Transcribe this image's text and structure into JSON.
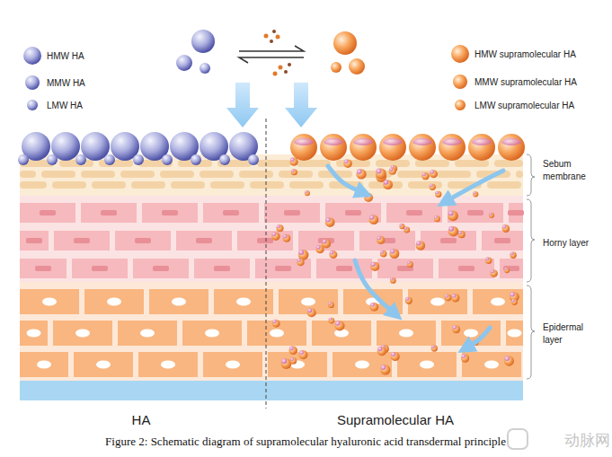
{
  "diagram": {
    "caption": "Figure 2: Schematic diagram of supramolecular hyaluronic acid transdermal principle",
    "labels": [
      "Sebum membrane",
      "Horny layer",
      "Epidermal layer",
      "HA",
      "Supramolecular HA",
      "动脉网"
    ],
    "legend": [
      {
        "text": "HMW HA"
      },
      {
        "text": "MMW HA"
      },
      {
        "text": "LMW HA"
      },
      {
        "text": "HMW supramolecular HA"
      },
      {
        "text": "MMW supramolecular HA"
      },
      {
        "text": "LMW supramolecular HA"
      }
    ]
  }
}
